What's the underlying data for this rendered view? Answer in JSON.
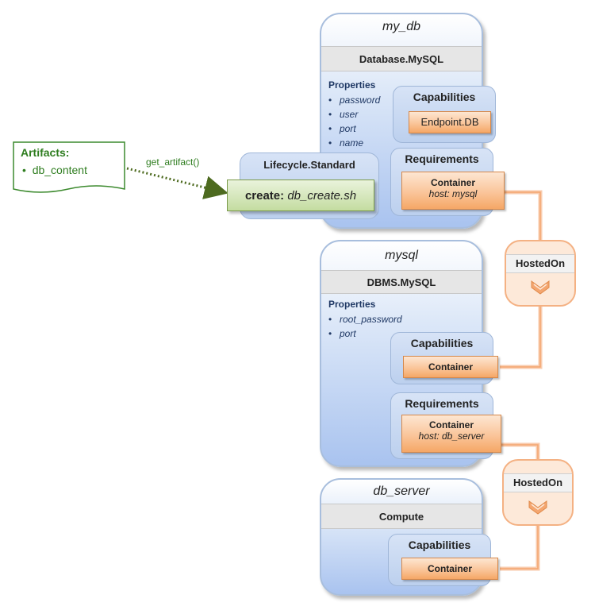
{
  "artifacts": {
    "title": "Artifacts:",
    "items": [
      "db_content"
    ]
  },
  "get_artifact_label": "get_artifact()",
  "nodes": {
    "my_db": {
      "name": "my_db",
      "type": "Database.MySQL",
      "properties_title": "Properties",
      "properties": [
        "password",
        "user",
        "port",
        "name"
      ],
      "capabilities_title": "Capabilities",
      "capability": "Endpoint.DB",
      "requirements_title": "Requirements",
      "requirement_name": "Container",
      "requirement_host": "host: mysql",
      "lifecycle_title": "Lifecycle.Standard",
      "create_label": "create:",
      "create_value": "db_create.sh"
    },
    "mysql": {
      "name": "mysql",
      "type": "DBMS.MySQL",
      "properties_title": "Properties",
      "properties": [
        "root_password",
        "port"
      ],
      "capabilities_title": "Capabilities",
      "capability": "Container",
      "requirements_title": "Requirements",
      "requirement_name": "Container",
      "requirement_host": "host: db_server"
    },
    "db_server": {
      "name": "db_server",
      "type": "Compute",
      "capabilities_title": "Capabilities",
      "capability": "Container"
    }
  },
  "relationships": [
    "HostedOn",
    "HostedOn"
  ],
  "colors": {
    "node_fill": "#a9c3ef",
    "relationship": "#f4b183",
    "artifact": "#2e7d1f",
    "interface": "#c4dca0"
  }
}
